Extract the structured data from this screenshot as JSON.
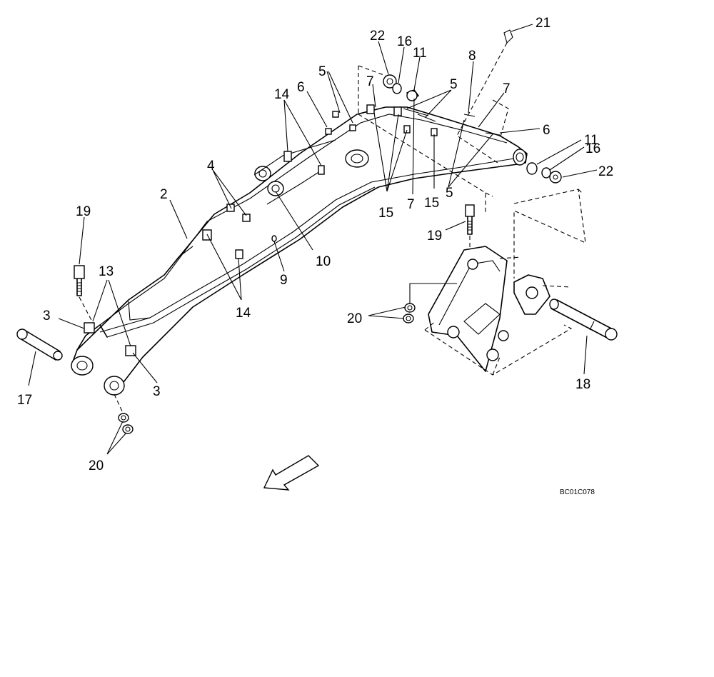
{
  "diagram": {
    "drawing_code": "BC01C078",
    "callouts": [
      {
        "id": "c22a",
        "text": "22"
      },
      {
        "id": "c16a",
        "text": "16"
      },
      {
        "id": "c11a",
        "text": "11"
      },
      {
        "id": "c21",
        "text": "21"
      },
      {
        "id": "c8",
        "text": "8"
      },
      {
        "id": "c7a",
        "text": "7"
      },
      {
        "id": "c7b",
        "text": "7"
      },
      {
        "id": "c5a",
        "text": "5"
      },
      {
        "id": "c5b",
        "text": "5"
      },
      {
        "id": "c6a",
        "text": "6"
      },
      {
        "id": "c14a",
        "text": "14"
      },
      {
        "id": "c6b",
        "text": "6"
      },
      {
        "id": "c11b",
        "text": "11"
      },
      {
        "id": "c16b",
        "text": "16"
      },
      {
        "id": "c22b",
        "text": "22"
      },
      {
        "id": "c4",
        "text": "4"
      },
      {
        "id": "c2",
        "text": "2"
      },
      {
        "id": "c15a",
        "text": "15"
      },
      {
        "id": "c7c",
        "text": "7"
      },
      {
        "id": "c15b",
        "text": "15"
      },
      {
        "id": "c5c",
        "text": "5"
      },
      {
        "id": "c19a",
        "text": "19"
      },
      {
        "id": "c19b",
        "text": "19"
      },
      {
        "id": "c10",
        "text": "10"
      },
      {
        "id": "c13",
        "text": "13"
      },
      {
        "id": "c9",
        "text": "9"
      },
      {
        "id": "c3a",
        "text": "3"
      },
      {
        "id": "c14b",
        "text": "14"
      },
      {
        "id": "c20a",
        "text": "20"
      },
      {
        "id": "c3b",
        "text": "3"
      },
      {
        "id": "c17",
        "text": "17"
      },
      {
        "id": "c18",
        "text": "18"
      },
      {
        "id": "c20b",
        "text": "20"
      }
    ]
  }
}
